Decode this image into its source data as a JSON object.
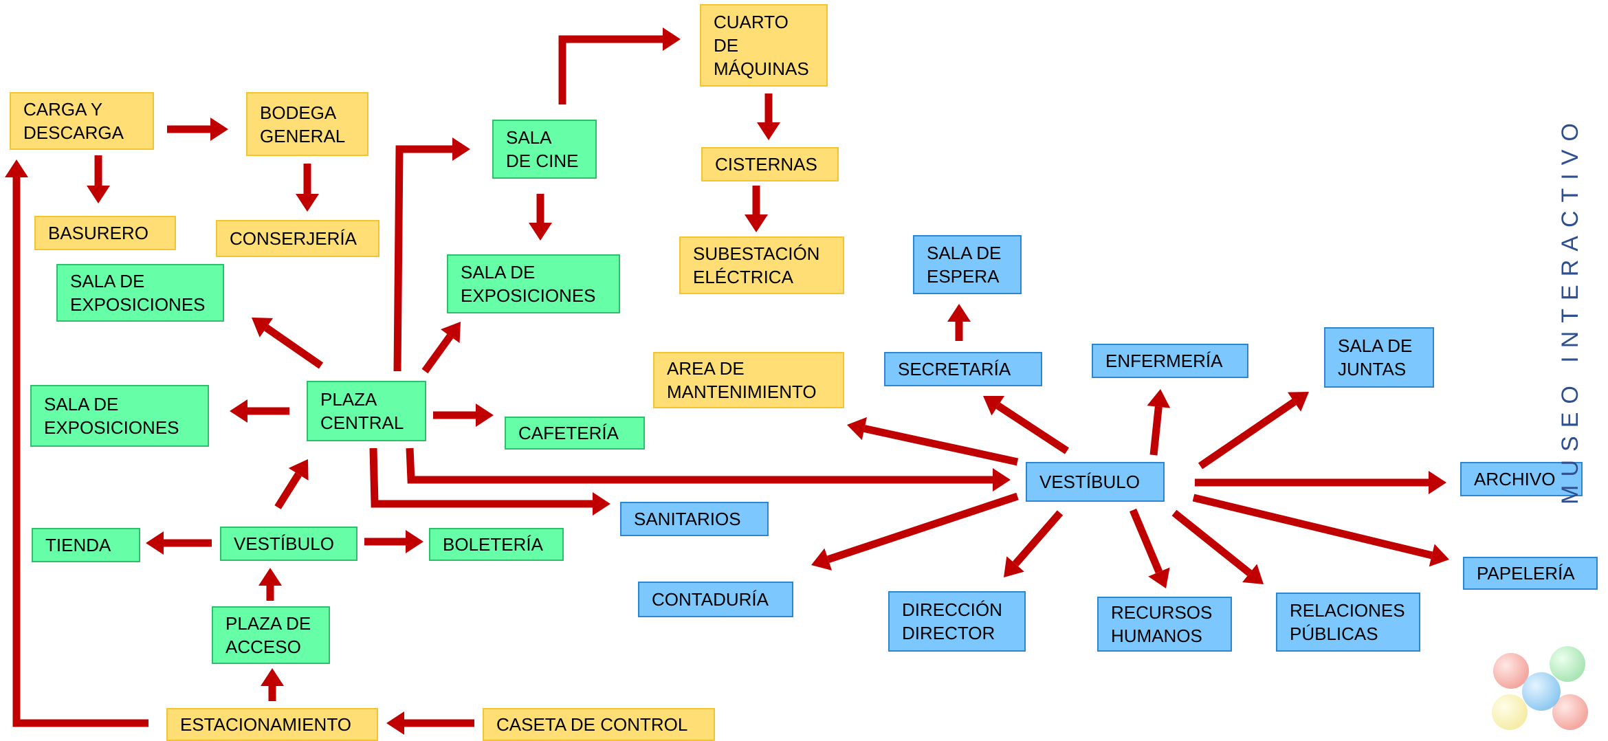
{
  "title": "MUSEO   INTERACTIVO",
  "colors": {
    "arrow": "#C00000",
    "services": "#FFDE75",
    "public": "#66FFA8",
    "admin": "#7DC7FF"
  },
  "nodes": {
    "carga_descarga": "CARGA Y\nDESCARGA",
    "bodega_general": "BODEGA\nGENERAL",
    "basurero": "BASURERO",
    "conserjeria": "CONSERJERÍA",
    "cuarto_maquinas": "CUARTO\nDE\nMÁQUINAS",
    "cisternas": "CISTERNAS",
    "subestacion": "SUBESTACIÓN\nELÉCTRICA",
    "sala_cine": "SALA\nDE CINE",
    "sala_expo_1": "SALA DE\nEXPOSICIONES",
    "sala_expo_2": "SALA DE\nEXPOSICIONES",
    "sala_expo_3": "SALA DE\nEXPOSICIONES",
    "plaza_central": "PLAZA\nCENTRAL",
    "cafeteria": "CAFETERÍA",
    "area_mantenimiento": "AREA DE\nMANTENIMIENTO",
    "tienda": "TIENDA",
    "vestibulo_acceso": "VESTÍBULO",
    "boleteria": "BOLETERÍA",
    "plaza_acceso": "PLAZA DE\nACCESO",
    "estacionamiento": "ESTACIONAMIENTO",
    "caseta_control": "CASETA DE CONTROL",
    "sanitarios": "SANITARIOS",
    "contaduria": "CONTADURÍA",
    "sala_espera": "SALA DE\nESPERA",
    "secretaria": "SECRETARÍA",
    "enfermeria": "ENFERMERÍA",
    "sala_juntas": "SALA DE\nJUNTAS",
    "vestibulo_admin": "VESTÍBULO",
    "archivo": "ARCHIVO",
    "papeleria": "PAPELERÍA",
    "direccion": "DIRECCIÓN\nDIRECTOR",
    "recursos_humanos": "RECURSOS\nHUMANOS",
    "relaciones_publicas": "RELACIONES\nPÚBLICAS"
  },
  "connections": [
    [
      "carga_descarga",
      "bodega_general"
    ],
    [
      "carga_descarga",
      "basurero"
    ],
    [
      "bodega_general",
      "conserjeria"
    ],
    [
      "sala_cine",
      "cuarto_maquinas"
    ],
    [
      "cuarto_maquinas",
      "cisternas"
    ],
    [
      "cisternas",
      "subestacion"
    ],
    [
      "sala_cine",
      "sala_expo_2"
    ],
    [
      "plaza_central",
      "sala_cine"
    ],
    [
      "plaza_central",
      "sala_expo_1"
    ],
    [
      "plaza_central",
      "sala_expo_2"
    ],
    [
      "plaza_central",
      "sala_expo_3"
    ],
    [
      "plaza_central",
      "cafeteria"
    ],
    [
      "plaza_central",
      "sanitarios"
    ],
    [
      "plaza_central",
      "vestibulo_admin"
    ],
    [
      "vestibulo_acceso",
      "plaza_central"
    ],
    [
      "vestibulo_acceso",
      "tienda"
    ],
    [
      "vestibulo_acceso",
      "boleteria"
    ],
    [
      "plaza_acceso",
      "vestibulo_acceso"
    ],
    [
      "estacionamiento",
      "plaza_acceso"
    ],
    [
      "caseta_control",
      "estacionamiento"
    ],
    [
      "estacionamiento",
      "carga_descarga"
    ],
    [
      "vestibulo_admin",
      "area_mantenimiento"
    ],
    [
      "vestibulo_admin",
      "secretaria"
    ],
    [
      "secretaria",
      "sala_espera"
    ],
    [
      "vestibulo_admin",
      "enfermeria"
    ],
    [
      "vestibulo_admin",
      "sala_juntas"
    ],
    [
      "vestibulo_admin",
      "archivo"
    ],
    [
      "vestibulo_admin",
      "papeleria"
    ],
    [
      "vestibulo_admin",
      "relaciones_publicas"
    ],
    [
      "vestibulo_admin",
      "recursos_humanos"
    ],
    [
      "vestibulo_admin",
      "direccion"
    ],
    [
      "vestibulo_admin",
      "contaduria"
    ]
  ]
}
